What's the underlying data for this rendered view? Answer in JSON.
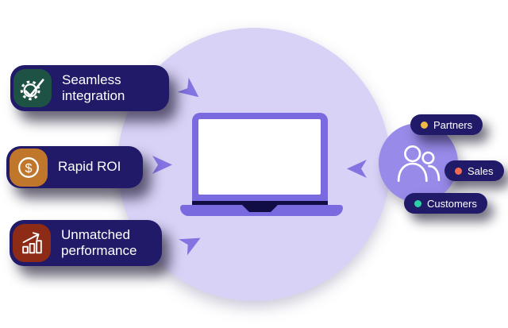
{
  "features": [
    {
      "label": "Seamless integration",
      "icon": "gear-check-icon",
      "chip_color": "#1e5244"
    },
    {
      "label": "Rapid ROI",
      "icon": "dollar-icon",
      "glyph": "$",
      "chip_color": "#c0772b"
    },
    {
      "label": "Unmatched performance",
      "icon": "bar-chart-arrow-icon",
      "chip_color": "#8e2b16"
    }
  ],
  "audiences": [
    {
      "label": "Partners",
      "dot_color": "#f0b946"
    },
    {
      "label": "Sales",
      "dot_color": "#f26a50"
    },
    {
      "label": "Customers",
      "dot_color": "#2bd0a6"
    }
  ],
  "colors": {
    "big_circle": "#d8d2f6",
    "laptop_purple": "#7a6ae0",
    "dark_navy": "#100c44",
    "pill_navy": "#201a68",
    "people_circle": "#978ae8",
    "arrow": "#8374e2"
  }
}
